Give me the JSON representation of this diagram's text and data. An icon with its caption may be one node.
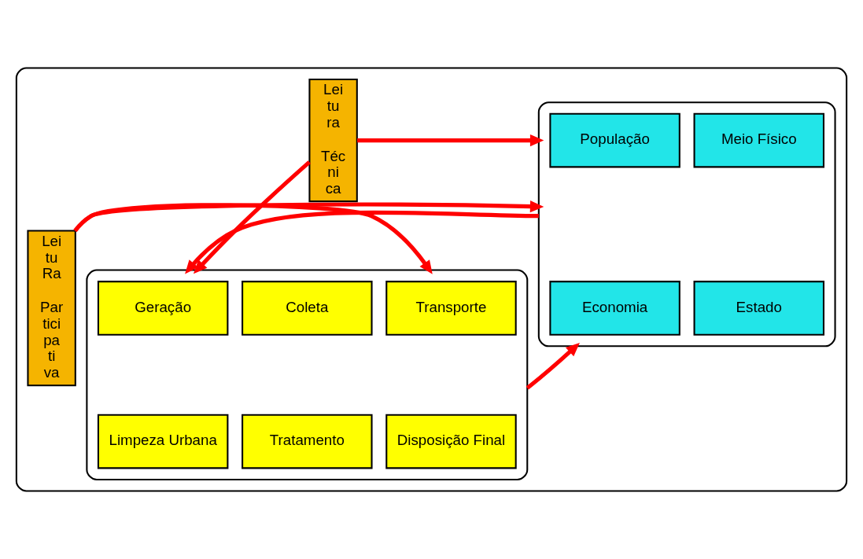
{
  "diagram": {
    "nodes": [
      {
        "text": [],
        "shape": "box"
      },
      {
        "text": [
          "Lei tu ra",
          "Téc ni ca"
        ],
        "in": 0
      },
      {
        "text": [],
        "shape": "box",
        "in": 0
      },
      {
        "text": [
          "População"
        ],
        "in": 2
      },
      {
        "text": [
          "Meio Físico"
        ],
        "in": 2
      },
      {
        "text": [
          "Economia"
        ],
        "in": 2
      },
      {
        "text": [
          "Estado"
        ],
        "in": 2
      },
      {
        "text": [],
        "shape": "box",
        "in": 0
      },
      {
        "text": [
          "Geração"
        ],
        "in": 7
      },
      {
        "text": [
          "Coleta"
        ],
        "in": 7
      },
      {
        "text": [
          "Transporte"
        ],
        "in": 7
      },
      {
        "text": [
          "Limpeza Urbana"
        ],
        "in": 7
      },
      {
        "text": [
          "Tratamento"
        ],
        "in": 7
      },
      {
        "text": [
          "Disposição Final"
        ],
        "in": 7
      },
      {
        "text": [
          "Lei tu Ra",
          "Par tici pa ti va"
        ],
        "in": 0
      }
    ],
    "edges": [
      {
        "from": 1,
        "to": 2,
        "arrow": "to"
      },
      {
        "from": 1,
        "to": 7,
        "arrow": "to"
      },
      {
        "from": 14,
        "to": 2,
        "arrow": "to"
      },
      {
        "from": 14,
        "to": 7,
        "arrow": "to"
      },
      {
        "from": 2,
        "to": 7,
        "arrow": "to"
      },
      {
        "from": 7,
        "to": 2,
        "arrow": "to"
      }
    ]
  }
}
